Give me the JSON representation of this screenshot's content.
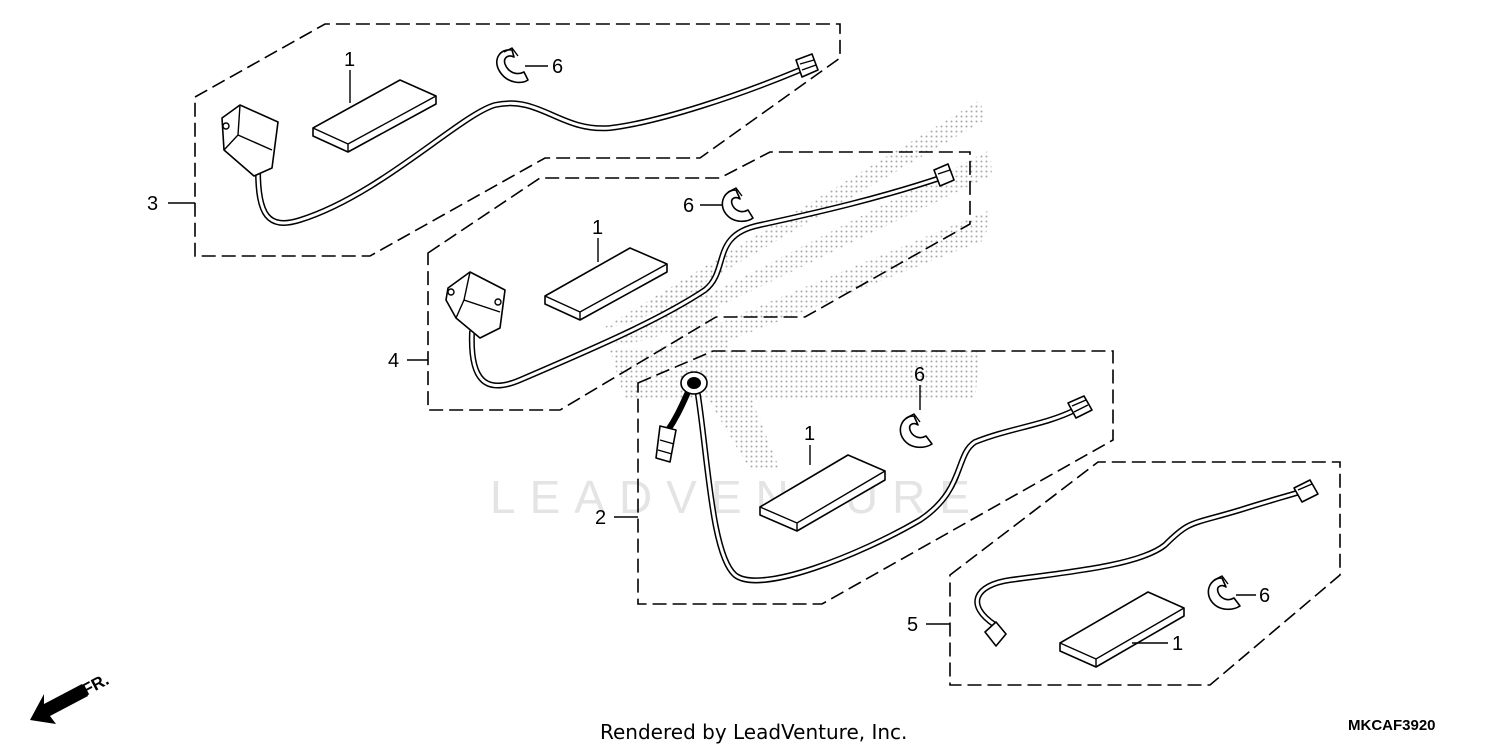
{
  "diagram": {
    "callouts": {
      "kit3": "3",
      "kit4": "4",
      "kit2": "2",
      "kit5": "5",
      "pad_a": "1",
      "pad_b": "1",
      "pad_c": "1",
      "pad_d": "1",
      "clip_a": "6",
      "clip_b": "6",
      "clip_c": "6",
      "clip_d": "6"
    },
    "watermark": "LEADVENTURE",
    "front_marker": "FR.",
    "footer_credit": "Rendered by LeadVenture, Inc.",
    "diagram_code": "MKCAF3920"
  }
}
